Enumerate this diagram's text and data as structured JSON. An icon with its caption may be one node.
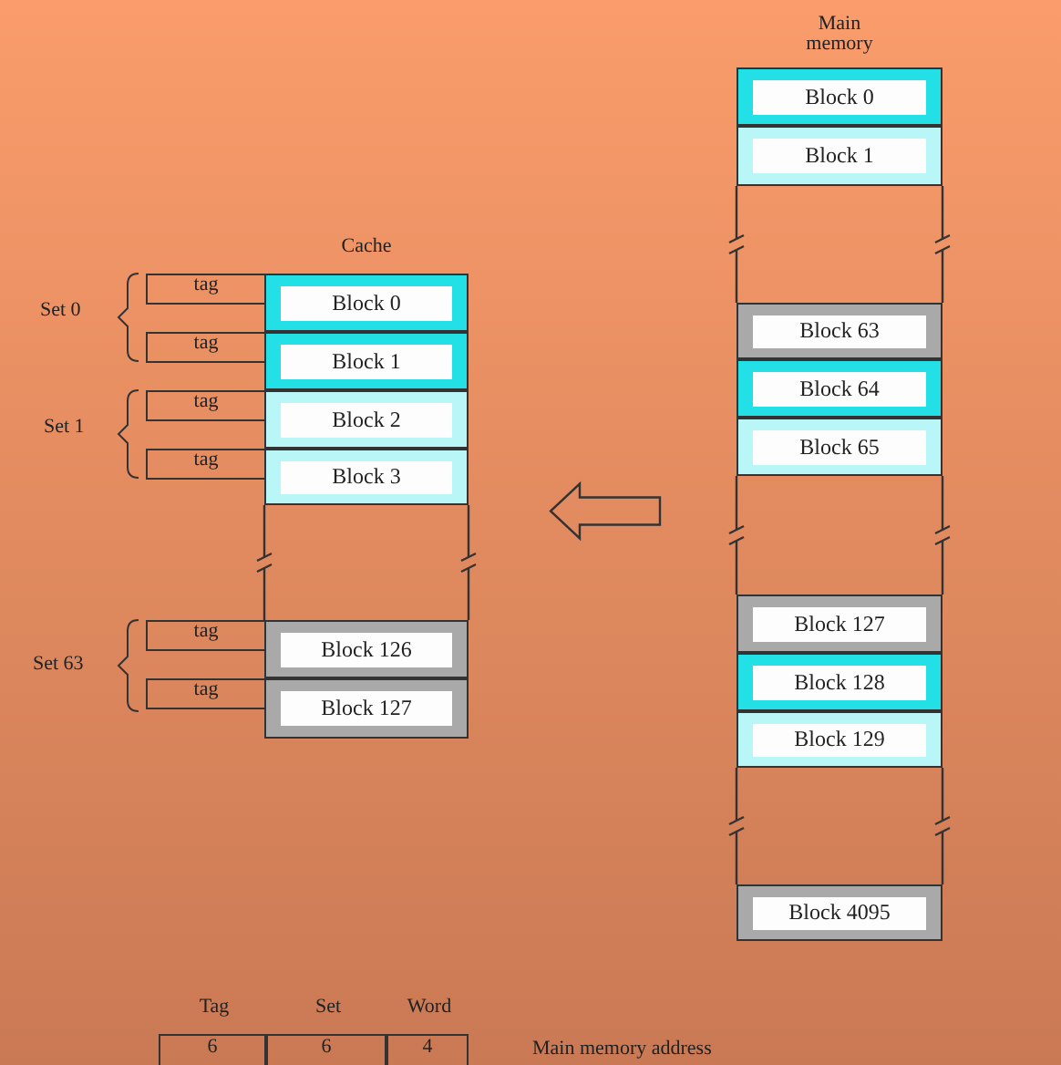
{
  "diagram": {
    "nodes": [
      {
        "text": [
          "Cache"
        ]
      },
      {
        "text": [
          "Block 0"
        ],
        "in": 0
      },
      {
        "text": [
          "Block 1"
        ],
        "in": 0
      },
      {
        "text": [
          "Block 2"
        ],
        "in": 0
      },
      {
        "text": [
          "Block 3"
        ],
        "in": 0
      },
      {
        "text": [
          "Block 126"
        ],
        "in": 0
      },
      {
        "text": [
          "Block 127"
        ],
        "in": 0
      },
      {
        "text": [
          "tag"
        ]
      },
      {
        "text": [
          "tag"
        ]
      },
      {
        "text": [
          "tag"
        ]
      },
      {
        "text": [
          "tag"
        ]
      },
      {
        "text": [
          "tag"
        ]
      },
      {
        "text": [
          "tag"
        ]
      },
      {
        "text": [
          "Main memory"
        ]
      },
      {
        "text": [
          "Block 0"
        ],
        "in": 13
      },
      {
        "text": [
          "Block 1"
        ],
        "in": 13
      },
      {
        "text": [
          "Block 63"
        ],
        "in": 13
      },
      {
        "text": [
          "Block 64"
        ],
        "in": 13
      },
      {
        "text": [
          "Block 65"
        ],
        "in": 13
      },
      {
        "text": [
          "Block 127"
        ],
        "in": 13
      },
      {
        "text": [
          "Block 128"
        ],
        "in": 13
      },
      {
        "text": [
          "Block 129"
        ],
        "in": 13
      },
      {
        "text": [
          "Block 4095"
        ],
        "in": 13
      }
    ],
    "edges": [
      {
        "from": 13,
        "to": 0,
        "arrow": "to"
      }
    ],
    "labels": [
      "Set 0",
      "Set 1",
      "Set 63",
      "Tag",
      "Set",
      "Word",
      "6",
      "6",
      "4",
      "Main memory address"
    ]
  }
}
